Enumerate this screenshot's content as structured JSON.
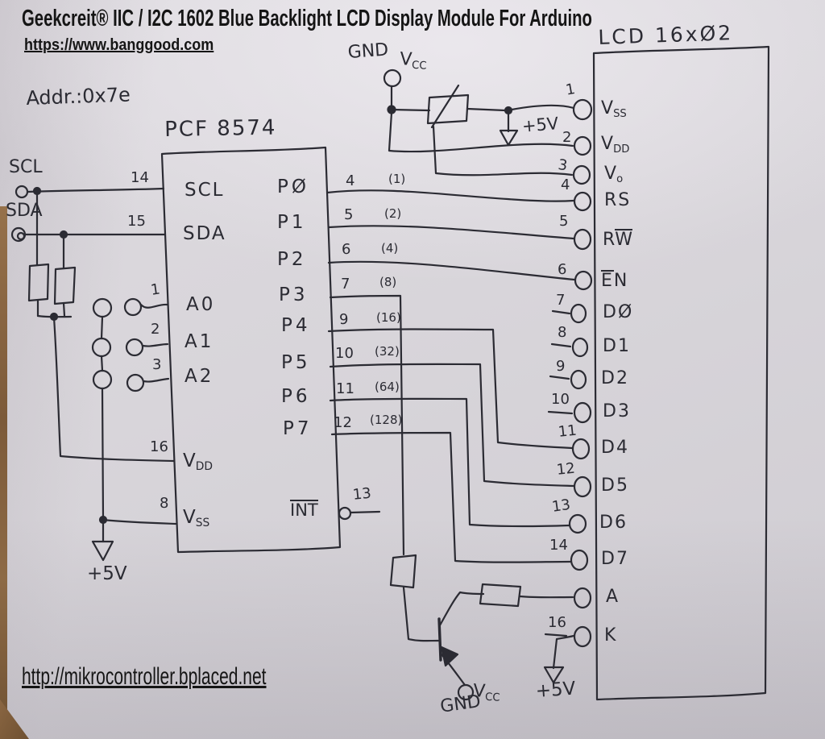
{
  "header": {
    "title": "Geekcreit® IIC / I2C 1602 Blue Backlight LCD Display Module For Arduino",
    "source_url": "https://www.banggood.com",
    "address_note": "Addr.:0x7e",
    "footer_url": "http://mikrocontroller.bplaced.net"
  },
  "bus": {
    "scl": "SCL",
    "sda": "SDA"
  },
  "pcf8574": {
    "title": "PCF 8574",
    "left_pins": [
      {
        "num": "14",
        "label": "SCL"
      },
      {
        "num": "15",
        "label": "SDA"
      },
      {
        "num": "1",
        "label": "A0"
      },
      {
        "num": "2",
        "label": "A1"
      },
      {
        "num": "3",
        "label": "A2"
      },
      {
        "num": "16",
        "label": "V",
        "sub": "DD"
      },
      {
        "num": "8",
        "label": "V",
        "sub": "SS"
      }
    ],
    "right_pins": [
      {
        "num": "4",
        "label": "PØ",
        "weight": "(1)"
      },
      {
        "num": "5",
        "label": "P1",
        "weight": "(2)"
      },
      {
        "num": "6",
        "label": "P2",
        "weight": "(4)"
      },
      {
        "num": "7",
        "label": "P3",
        "weight": "(8)"
      },
      {
        "num": "9",
        "label": "P4",
        "weight": "(16)"
      },
      {
        "num": "10",
        "label": "P5",
        "weight": "(32)"
      },
      {
        "num": "11",
        "label": "P6",
        "weight": "(64)"
      },
      {
        "num": "12",
        "label": "P7",
        "weight": "(128)"
      },
      {
        "num": "13",
        "label": "INT"
      }
    ]
  },
  "lcd": {
    "title": "LCD 16xØ2",
    "pins": [
      {
        "num": "1",
        "label": "V",
        "sub": "SS"
      },
      {
        "num": "2",
        "label": "V",
        "sub": "DD"
      },
      {
        "num": "3",
        "label": "V",
        "sub": "o"
      },
      {
        "num": "4",
        "label": "RS"
      },
      {
        "num": "5",
        "label": "R",
        "over": "W"
      },
      {
        "num": "6",
        "over": "E",
        "post": "N"
      },
      {
        "num": "7",
        "label": "DØ"
      },
      {
        "num": "8",
        "label": "D1"
      },
      {
        "num": "9",
        "label": "D2"
      },
      {
        "num": "10",
        "label": "D3"
      },
      {
        "num": "11",
        "label": "D4"
      },
      {
        "num": "12",
        "label": "D5"
      },
      {
        "num": "13",
        "label": "D6"
      },
      {
        "num": "14",
        "label": "D7"
      },
      {
        "num": "",
        "label": "A"
      },
      {
        "num": "16",
        "label": "K"
      }
    ]
  },
  "power": {
    "gnd_top": "GND",
    "vcc_top": {
      "label": "V",
      "sub": "CC"
    },
    "plus5v_top": "+5V",
    "plus5v_left": "+5V",
    "plus5v_right": "+5V",
    "gnd_bottom": "GND",
    "vcc_bottom": {
      "label": "V",
      "sub": "CC"
    }
  },
  "colors": {
    "ink": "#2b2b33",
    "paper": "#d8d5da",
    "wood": "#8d6a45"
  }
}
